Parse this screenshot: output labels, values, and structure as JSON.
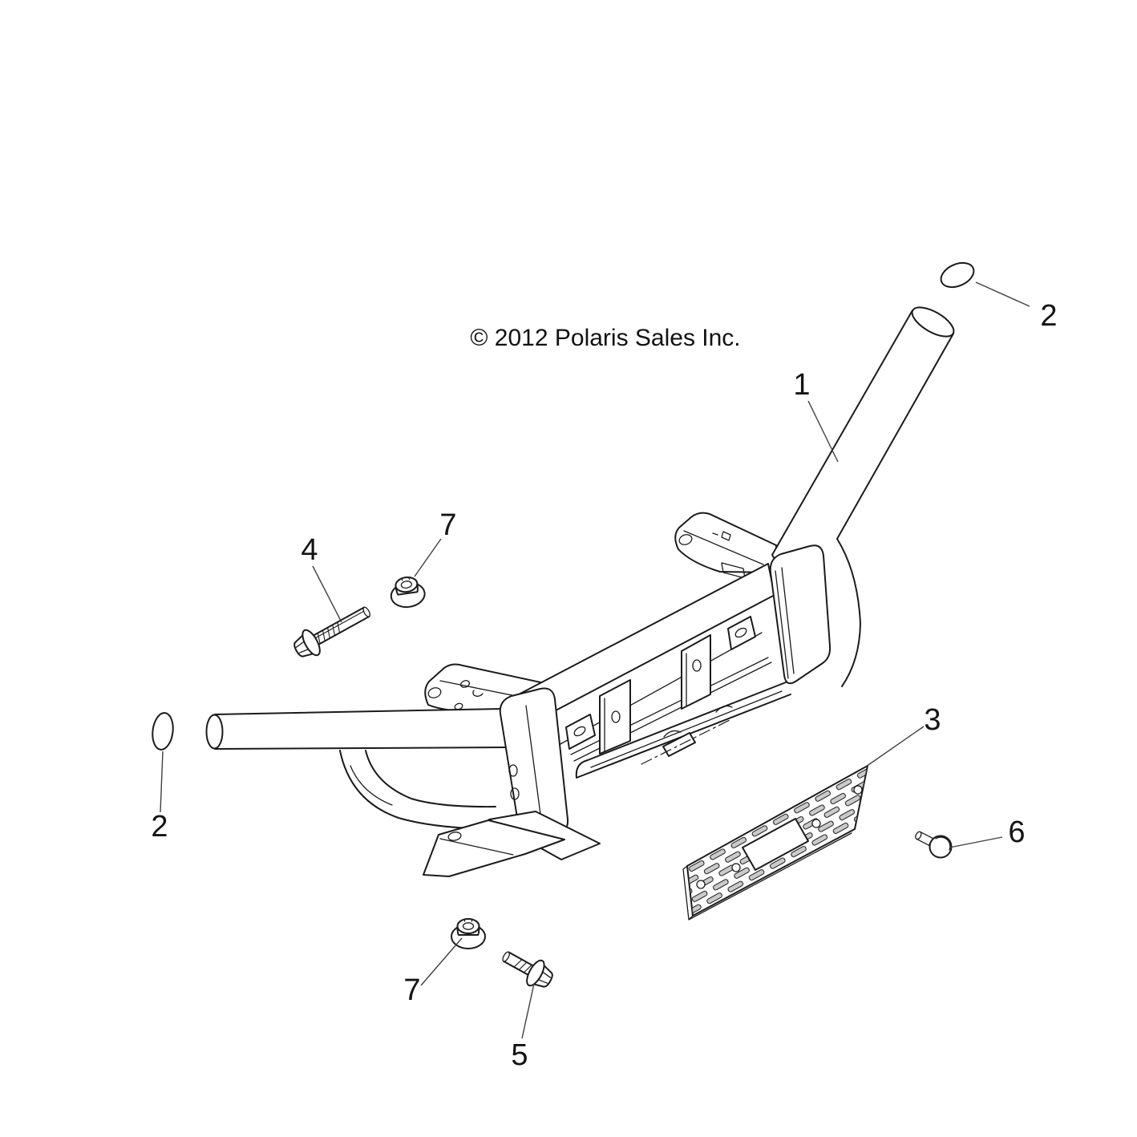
{
  "diagram": {
    "type": "exploded-parts-line-drawing",
    "subject": "front bumper / brush guard assembly with grille plate and fasteners",
    "copyright": "© 2012 Polaris Sales Inc.",
    "colors": {
      "background": "#ffffff",
      "line": "#1b1b1b",
      "leader": "#404040",
      "text": "#141414"
    },
    "callouts": [
      {
        "label": "1"
      },
      {
        "label": "2"
      },
      {
        "label": "2"
      },
      {
        "label": "3"
      },
      {
        "label": "4"
      },
      {
        "label": "5"
      },
      {
        "label": "6"
      },
      {
        "label": "7"
      },
      {
        "label": "7"
      }
    ]
  }
}
